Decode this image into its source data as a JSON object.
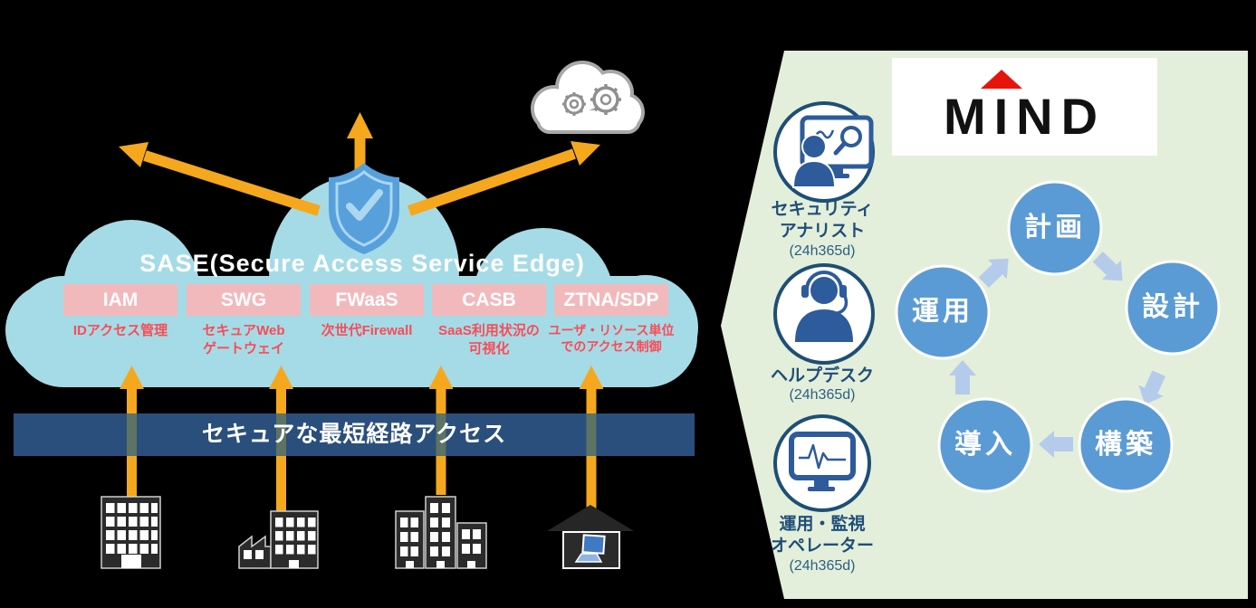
{
  "left_diagram": {
    "title": "SASE(Secure Access Service Edge)",
    "services": [
      {
        "name": "IAM",
        "desc": "IDアクセス管理"
      },
      {
        "name": "SWG",
        "desc": "セキュアWeb\nゲートウェイ"
      },
      {
        "name": "FWaaS",
        "desc": "次世代Firewall"
      },
      {
        "name": "CASB",
        "desc": "SaaS利用状況の\n可視化"
      },
      {
        "name": "ZTNA/SDP",
        "desc": "ユーザ・リソース単位\nでのアクセス制御"
      }
    ],
    "banner": "セキュアな最短経路アクセス",
    "icons": [
      "shield-check-icon",
      "cloud-gears-icon",
      "office-building-icon",
      "factory-building-icon",
      "city-buildings-icon",
      "home-laptop-icon",
      "up-arrow",
      "diagonal-arrows"
    ]
  },
  "right_panel": {
    "logo_text": "MIND",
    "roles": [
      {
        "line1": "セキュリティ",
        "line2": "アナリスト",
        "hours": "(24h365d)",
        "icon": "security-analyst-icon"
      },
      {
        "line1": "ヘルプデスク",
        "line2": "",
        "hours": "(24h365d)",
        "icon": "help-desk-icon"
      },
      {
        "line1": "運用・監視",
        "line2": "オペレーター",
        "hours": "(24h365d)",
        "icon": "operations-monitor-icon"
      }
    ],
    "lifecycle": {
      "stages": [
        {
          "label": "計画"
        },
        {
          "label": "設計"
        },
        {
          "label": "構築"
        },
        {
          "label": "導入"
        },
        {
          "label": "運用"
        }
      ]
    }
  },
  "colors": {
    "background": "#000000",
    "cloud_blue": "#a5dbe6",
    "service_box_pink": "#f2b9bd",
    "service_desc_red": "#fa4b55",
    "banner_navy": "#2a4f7d",
    "arrow_orange": "#f5a81d",
    "arrow_through_banner": "#5d7364",
    "panel_green": "#e3efda",
    "lifecycle_blue": "#5b9bd5",
    "lifecycle_chevron": "#b5cbec",
    "icon_navy": "#2d5b9b",
    "circle_border_navy": "#1d4f76",
    "shield_blue": "#57a0db",
    "logo_red": "#e8140c"
  }
}
